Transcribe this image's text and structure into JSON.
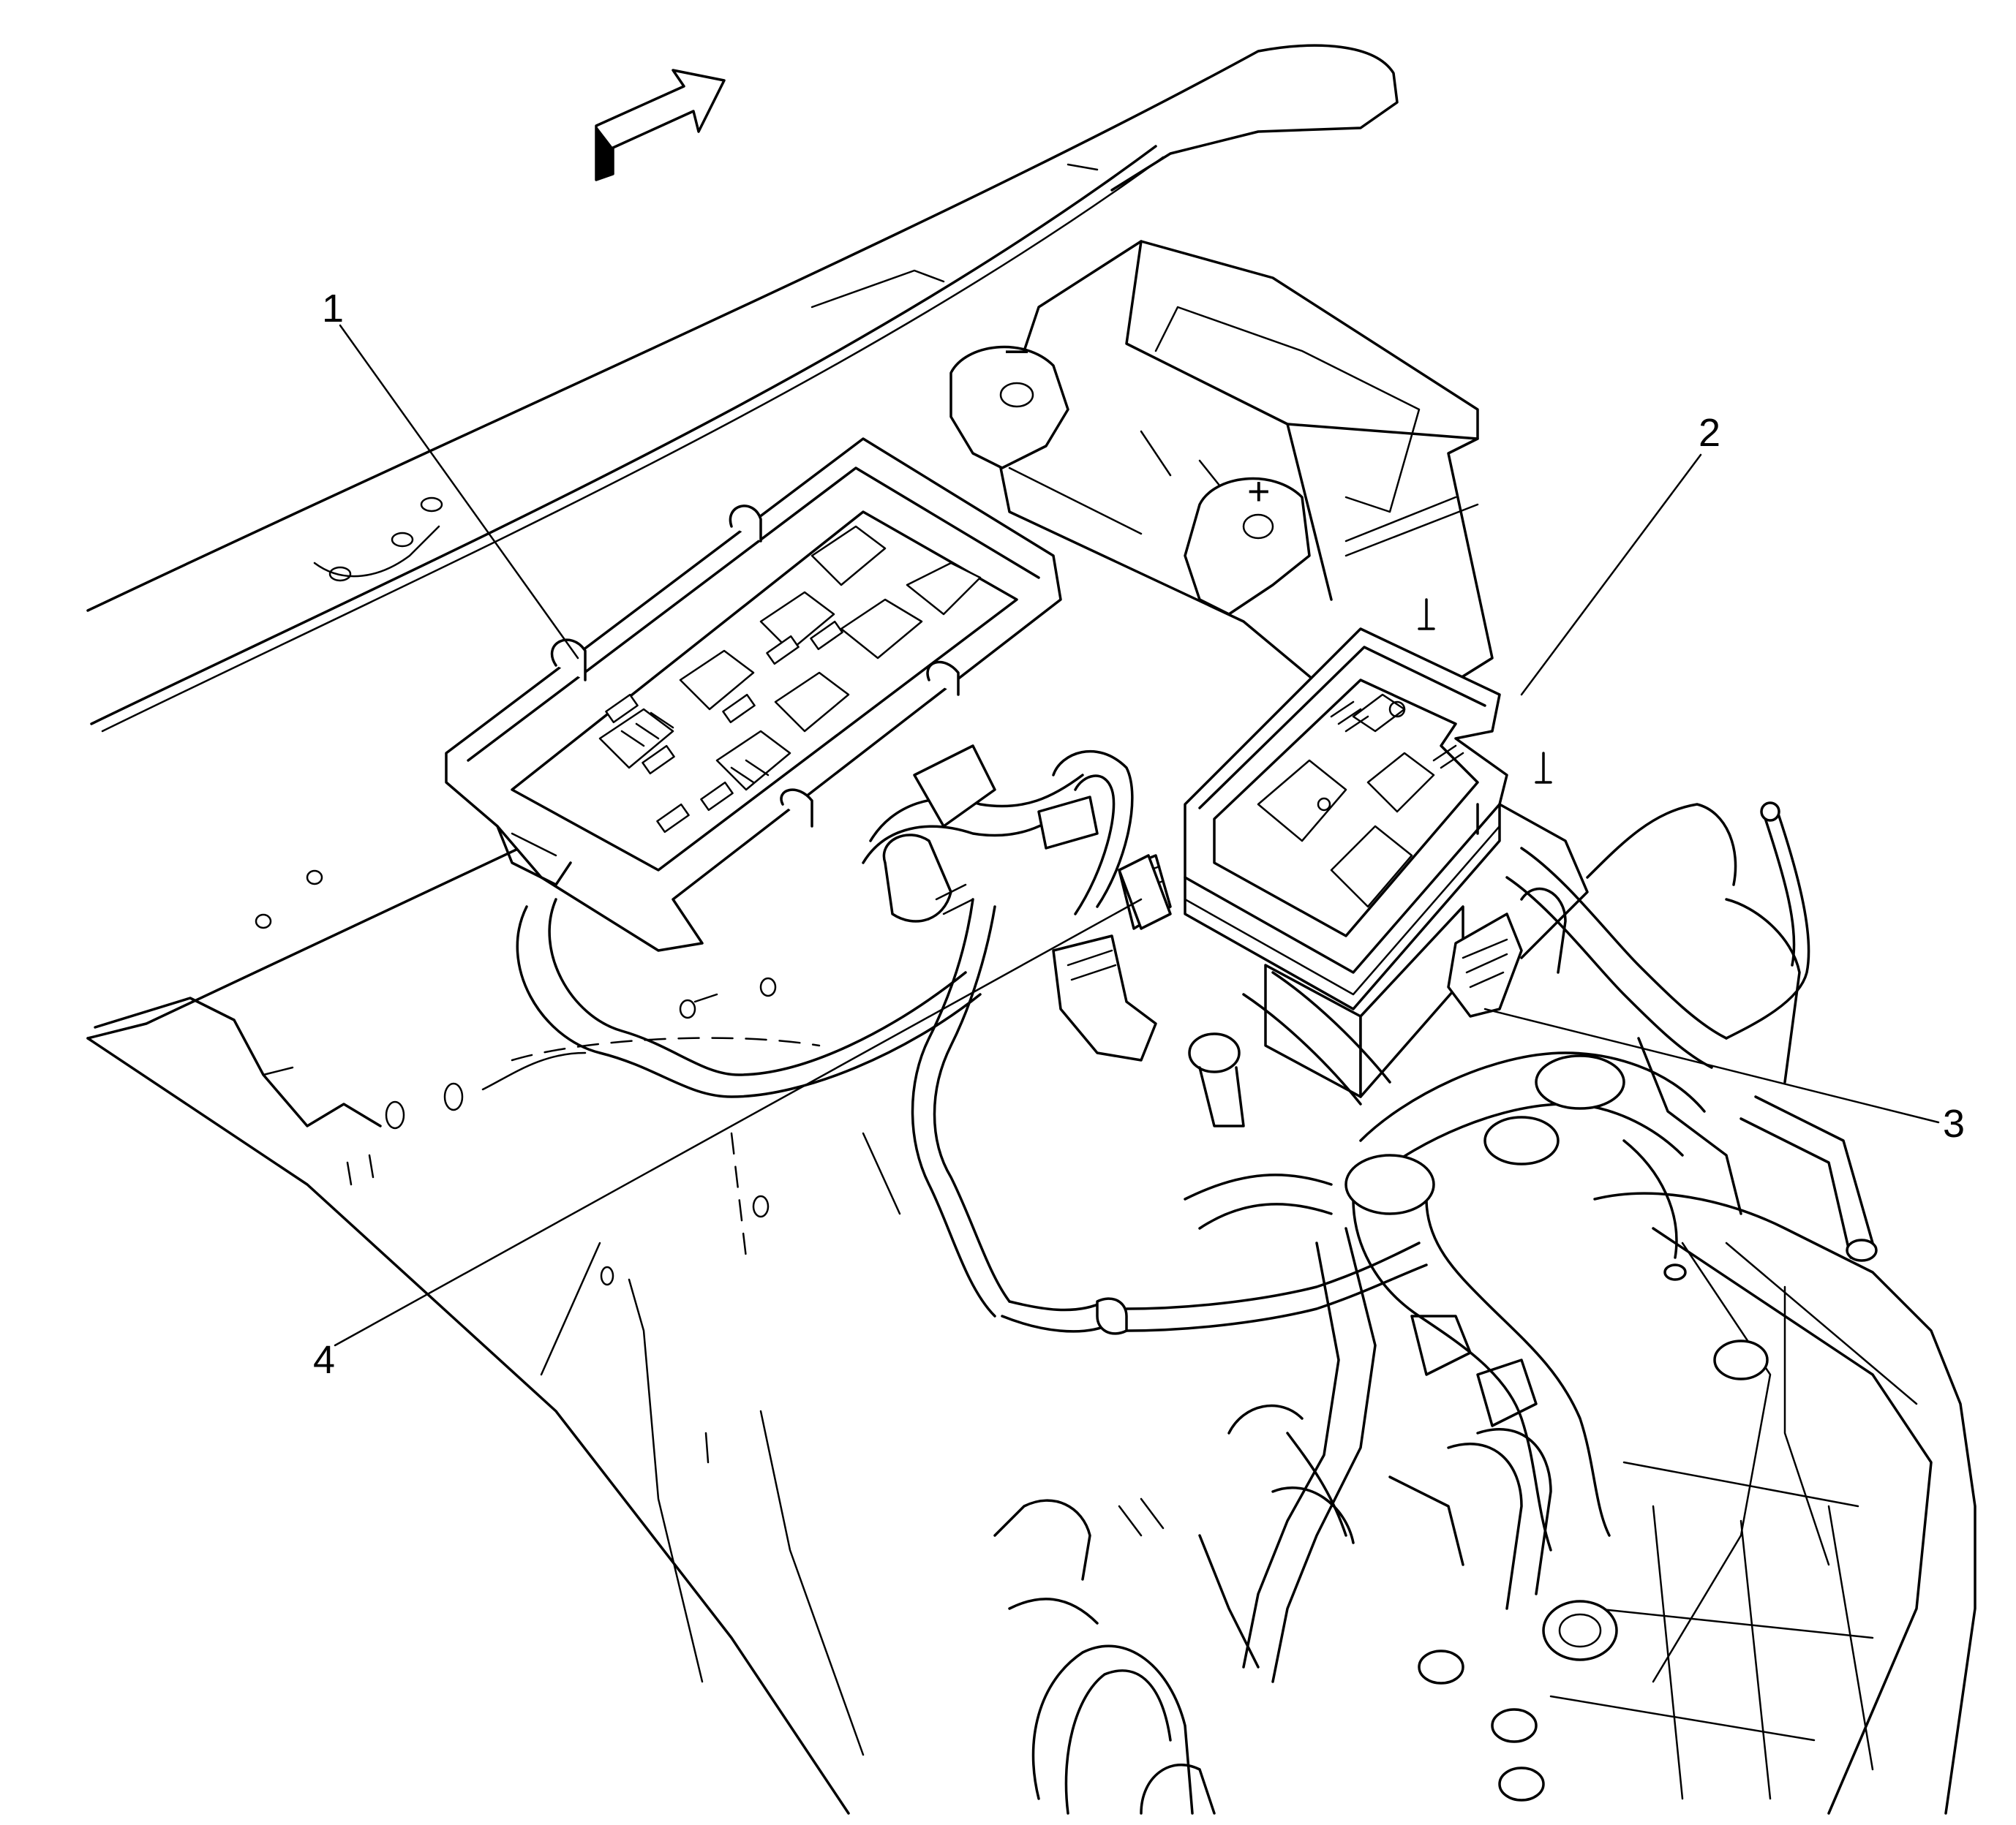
{
  "diagram": {
    "callouts": [
      {
        "id": "1",
        "label": "1"
      },
      {
        "id": "2",
        "label": "2"
      },
      {
        "id": "3",
        "label": "3"
      },
      {
        "id": "4",
        "label": "4"
      }
    ],
    "battery_terminals": {
      "negative": "–",
      "positive": "+"
    },
    "icons": {
      "direction_arrow": "forward-direction-arrow-icon"
    },
    "colors": {
      "line": "#000000",
      "background": "#ffffff"
    }
  }
}
